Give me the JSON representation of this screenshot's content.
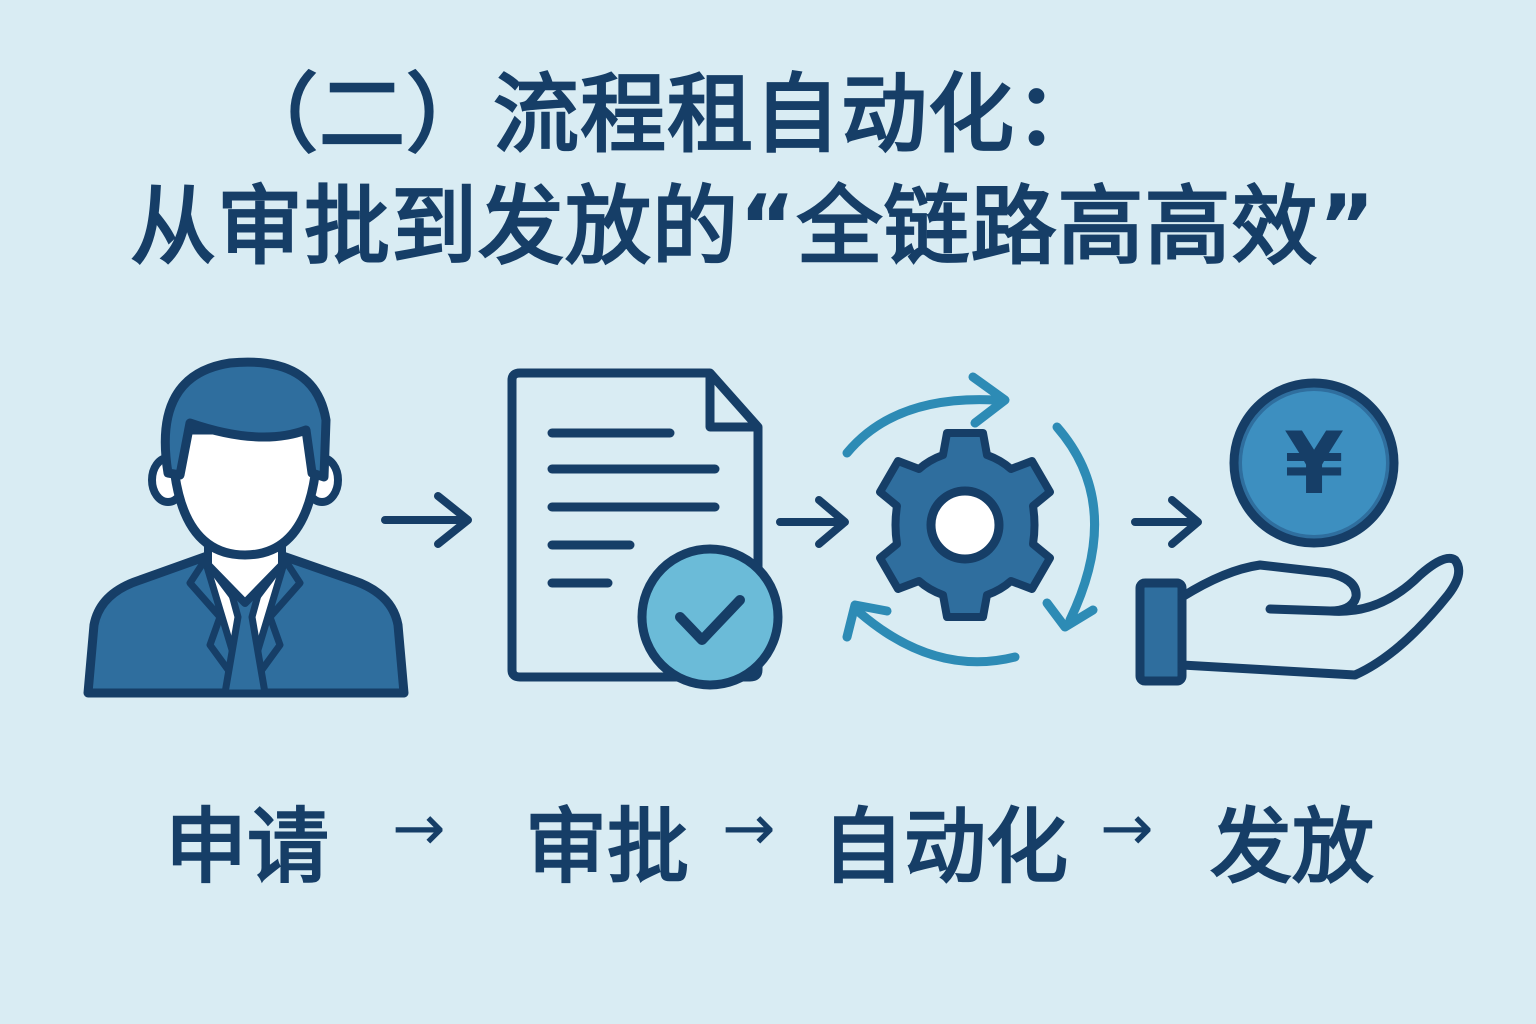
{
  "title": {
    "line1": "（二）流程租自动化：",
    "line2": "从审批到发放的“全链路高高效”"
  },
  "icons": {
    "applicant": "businessman-icon",
    "document": "document-check-icon",
    "automation": "gear-cycle-icon",
    "payout": "hand-yen-coin-icon",
    "currency_symbol": "¥"
  },
  "steps": {
    "labels": [
      "申请",
      "审批",
      "自动化",
      "发放"
    ],
    "separator": "→"
  },
  "colors": {
    "background": "#d9ecf3",
    "dark": "#163e67",
    "mid": "#2f6e9e",
    "light": "#6bbbd8",
    "arc": "#2d8bb5"
  }
}
